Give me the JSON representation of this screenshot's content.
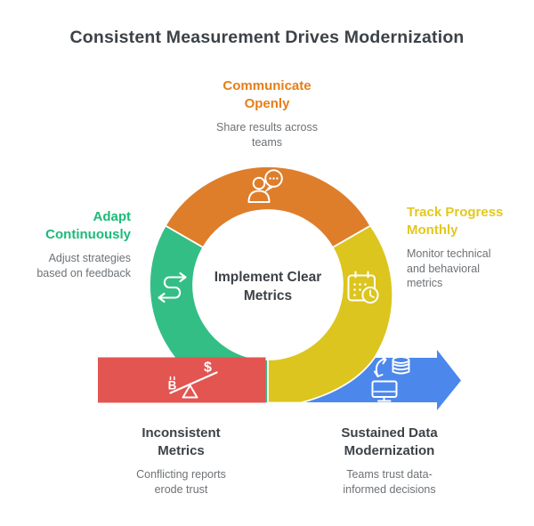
{
  "title": "Consistent Measurement Drives Modernization",
  "colors": {
    "orange": "#DE7E2B",
    "green": "#33BE85",
    "yellow": "#DCC51E",
    "red": "#E25551",
    "blue": "#4C87EC",
    "heading_orange": "#E67E17",
    "heading_green": "#1CBA77",
    "heading_yellow": "#E3C81D",
    "heading_dark": "#3C4247",
    "subtext_gray": "#6E7276"
  },
  "steps": {
    "top": {
      "heading": [
        "Communicate",
        "Openly"
      ],
      "sub": [
        "Share results across",
        "teams"
      ]
    },
    "left": {
      "heading": [
        "Adapt",
        "Continuously"
      ],
      "sub": [
        "Adjust strategies",
        "based on feedback"
      ]
    },
    "right": {
      "heading": [
        "Track Progress",
        "Monthly"
      ],
      "sub": [
        "Monitor technical",
        "and behavioral",
        "metrics"
      ]
    },
    "center": {
      "heading": [
        "Implement Clear",
        "Metrics"
      ]
    },
    "bottom_left": {
      "heading": [
        "Inconsistent",
        "Metrics"
      ],
      "sub": [
        "Conflicting reports",
        "erode trust"
      ]
    },
    "bottom_right": {
      "heading": [
        "Sustained Data",
        "Modernization"
      ],
      "sub": [
        "Teams trust data-",
        "informed decisions"
      ]
    }
  },
  "icons": {
    "top": "person-speech-bubble-icon",
    "left": "s-curve-arrow-icon",
    "right": "calendar-clock-icon",
    "bottom_left": "imbalance-scale-icon",
    "bottom_right": "data-sync-monitor-icon",
    "scale_left_symbol": "B",
    "scale_right_symbol": "$"
  }
}
